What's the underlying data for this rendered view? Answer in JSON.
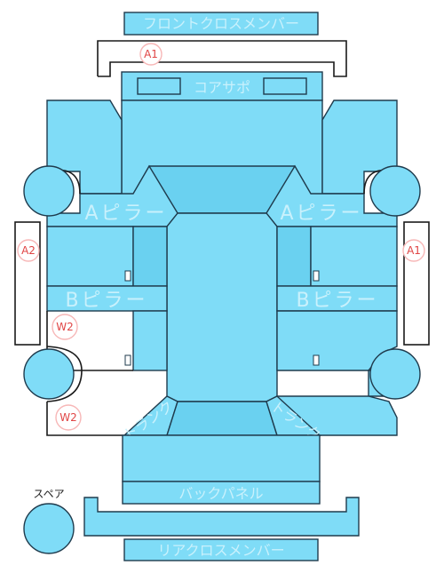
{
  "labels": {
    "front_cross_member": "フロントクロスメンバー",
    "core_support": "コアサポ",
    "a_pillar_left": "Aピラー",
    "a_pillar_right": "Aピラー",
    "b_pillar_left": "Bピラー",
    "b_pillar_right": "Bピラー",
    "back_panel": "バックパネル",
    "rear_cross_member": "リアクロスメンバー",
    "spare": "スペア",
    "trunk_left": "トランク",
    "trunk_right": "トランク"
  },
  "badges": {
    "top": "A1",
    "left": "A2",
    "right": "A1",
    "w2_upper": "W2",
    "w2_lower": "W2"
  },
  "colors": {
    "part_fill": "#7fdcf7",
    "badge_text": "#e04545"
  }
}
